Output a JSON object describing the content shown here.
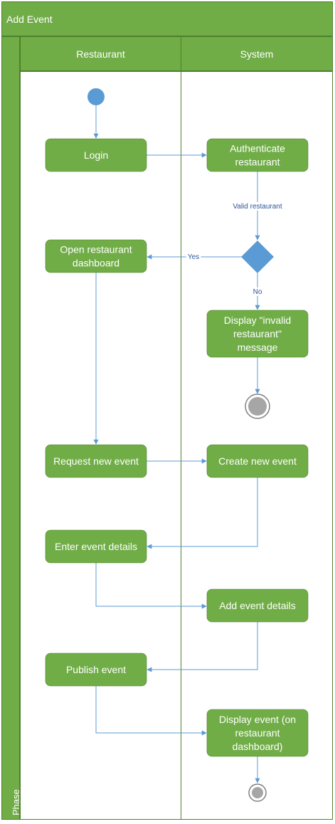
{
  "title": "Add Event",
  "phase_label": "Phase",
  "lanes": [
    "Restaurant",
    "System"
  ],
  "nodes": {
    "login": [
      "Login"
    ],
    "authenticate": [
      "Authenticate",
      "restaurant"
    ],
    "open_dashboard": [
      "Open restaurant",
      "dashboard"
    ],
    "display_invalid": [
      "Display \"invalid",
      "restaurant\"",
      "message"
    ],
    "request_event": [
      "Request new event"
    ],
    "create_event": [
      "Create new event"
    ],
    "enter_details": [
      "Enter event details"
    ],
    "add_details": [
      "Add event details"
    ],
    "publish_event": [
      "Publish event"
    ],
    "display_event": [
      "Display event (on",
      "restaurant",
      "dashboard)"
    ]
  },
  "edge_labels": {
    "valid": "Valid restaurant",
    "yes": "Yes",
    "no": "No"
  },
  "colors": {
    "lane_green": "#70ad47",
    "lane_border": "#4f7f2d",
    "node_fill": "#70ad47",
    "initial": "#5b9bd5",
    "decision": "#5b9bd5",
    "final_fill": "#a6a6a6",
    "edge": "#5b9bd5"
  }
}
